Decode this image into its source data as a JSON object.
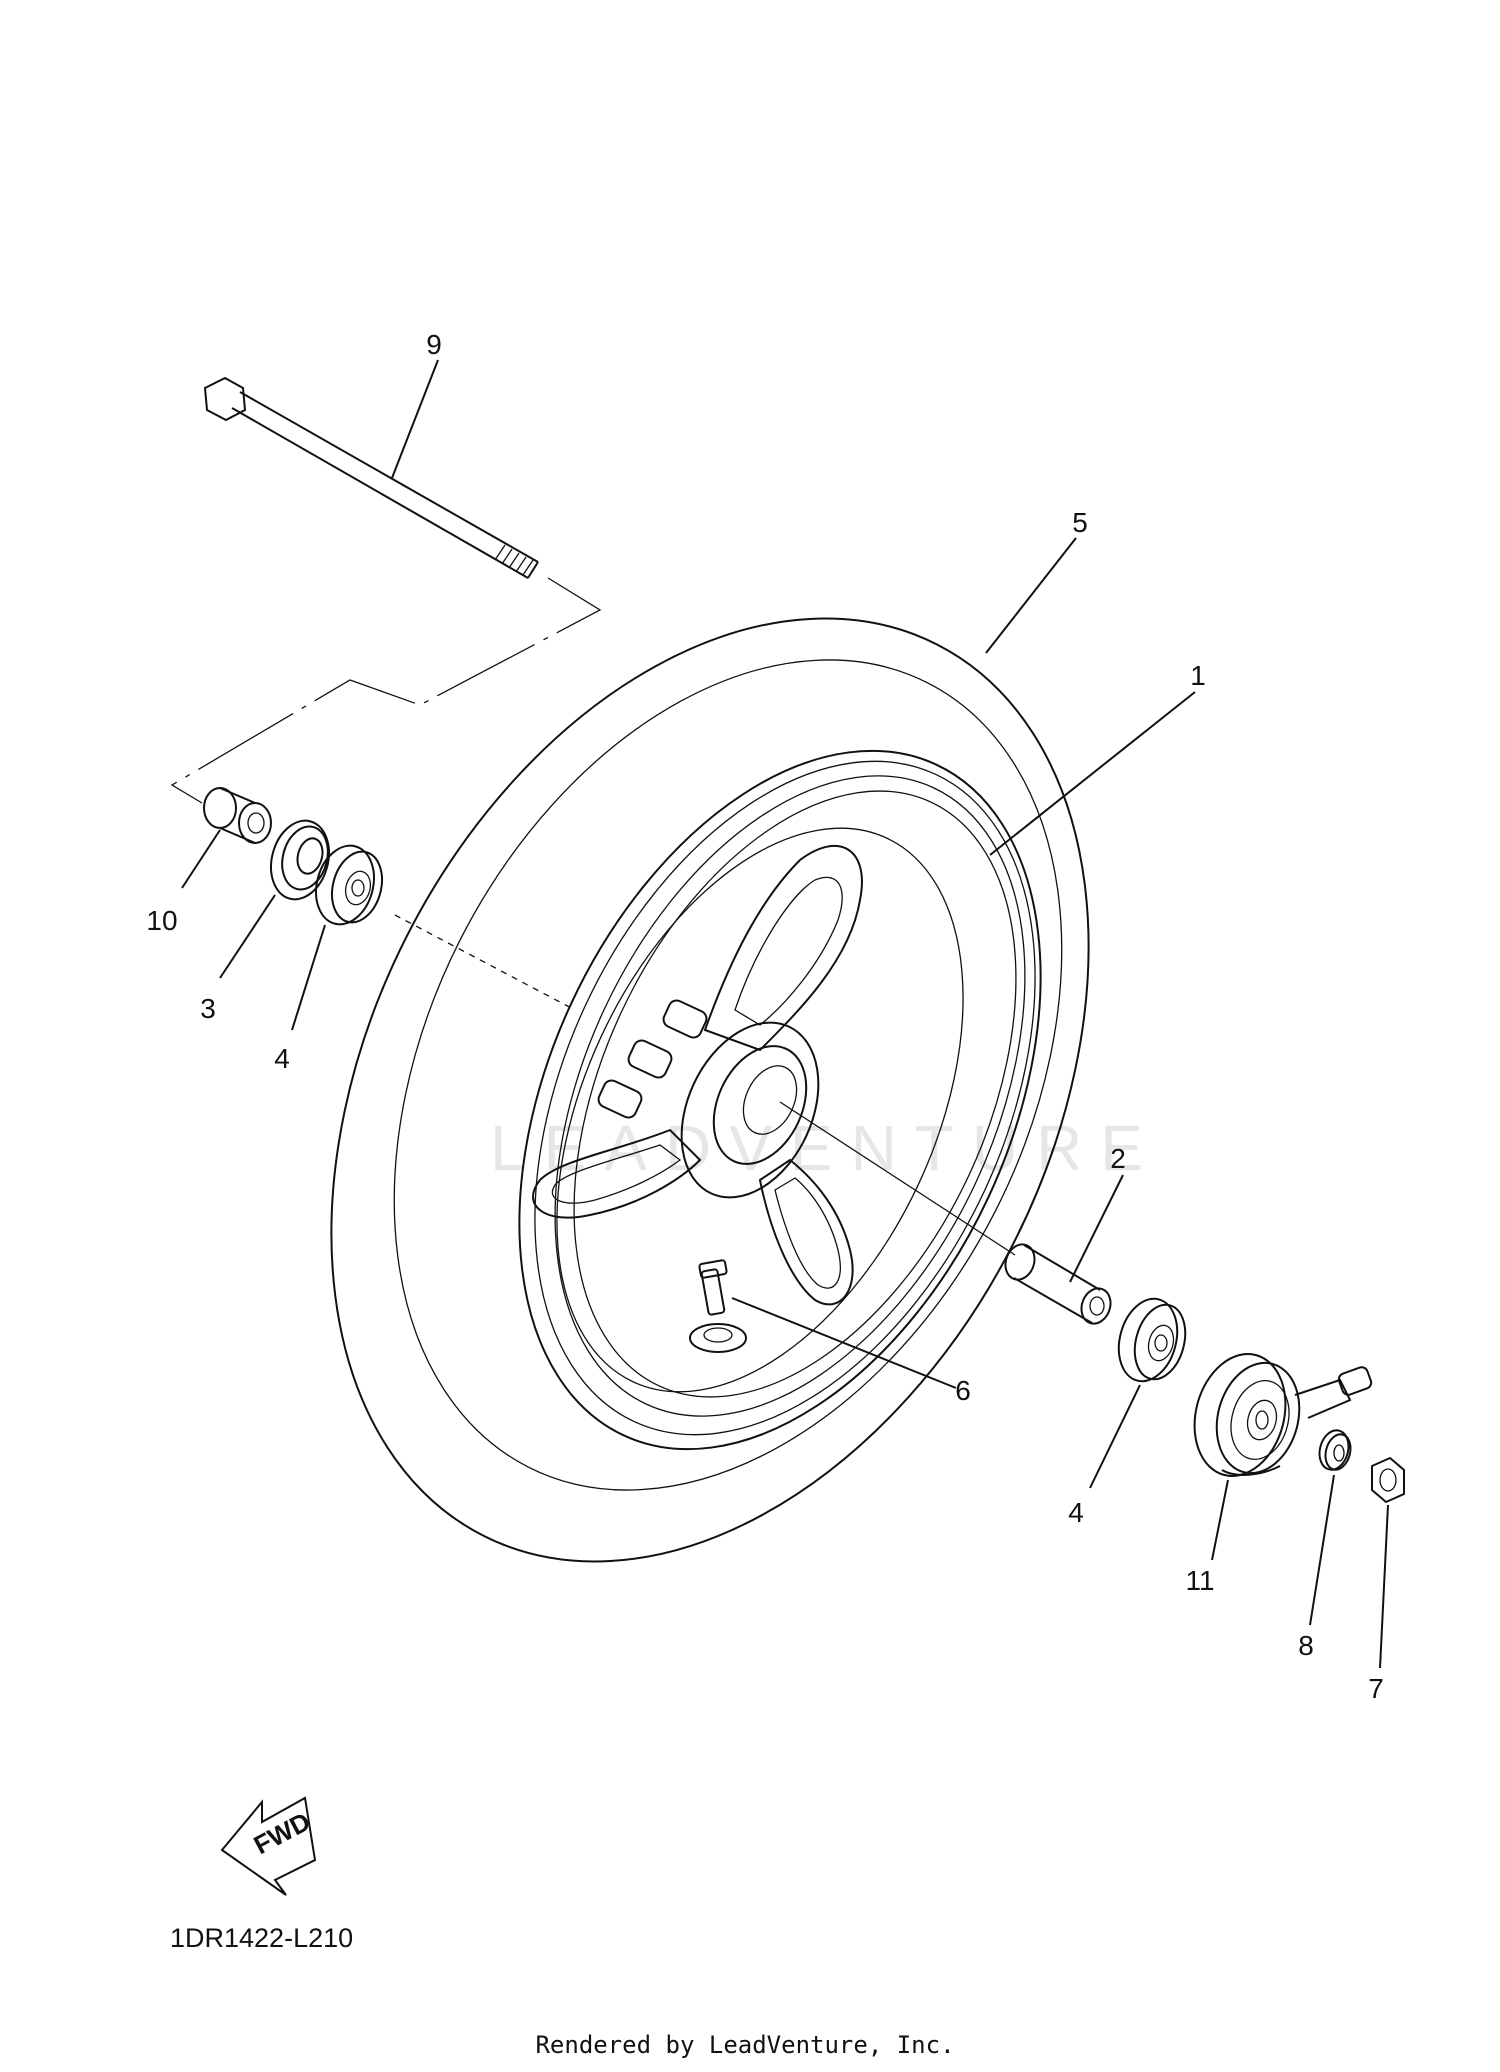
{
  "diagram": {
    "callouts": [
      {
        "id": "c1",
        "label": "1"
      },
      {
        "id": "c2",
        "label": "2"
      },
      {
        "id": "c3",
        "label": "3"
      },
      {
        "id": "c4a",
        "label": "4"
      },
      {
        "id": "c4b",
        "label": "4"
      },
      {
        "id": "c5",
        "label": "5"
      },
      {
        "id": "c6",
        "label": "6"
      },
      {
        "id": "c7",
        "label": "7"
      },
      {
        "id": "c8",
        "label": "8"
      },
      {
        "id": "c9",
        "label": "9"
      },
      {
        "id": "c10",
        "label": "10"
      },
      {
        "id": "c11",
        "label": "11"
      }
    ],
    "fwd_label": "FWD",
    "diagram_code": "1DR1422-L210",
    "credit": "Rendered by LeadVenture, Inc.",
    "watermark": "LEADVENTURE"
  }
}
